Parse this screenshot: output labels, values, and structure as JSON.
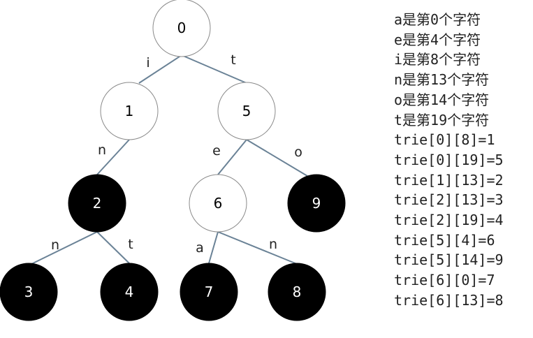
{
  "nodes": [
    {
      "id": "0",
      "label": "0",
      "filled": false
    },
    {
      "id": "1",
      "label": "1",
      "filled": false
    },
    {
      "id": "5",
      "label": "5",
      "filled": false
    },
    {
      "id": "2",
      "label": "2",
      "filled": true
    },
    {
      "id": "6",
      "label": "6",
      "filled": false
    },
    {
      "id": "9",
      "label": "9",
      "filled": true
    },
    {
      "id": "3",
      "label": "3",
      "filled": true
    },
    {
      "id": "4",
      "label": "4",
      "filled": true
    },
    {
      "id": "7",
      "label": "7",
      "filled": true
    },
    {
      "id": "8",
      "label": "8",
      "filled": true
    }
  ],
  "edges": [
    {
      "from": "0",
      "to": "1",
      "label": "i"
    },
    {
      "from": "0",
      "to": "5",
      "label": "t"
    },
    {
      "from": "1",
      "to": "2",
      "label": "n"
    },
    {
      "from": "5",
      "to": "6",
      "label": "e"
    },
    {
      "from": "5",
      "to": "9",
      "label": "o"
    },
    {
      "from": "2",
      "to": "3",
      "label": "n"
    },
    {
      "from": "2",
      "to": "4",
      "label": "t"
    },
    {
      "from": "6",
      "to": "7",
      "label": "a"
    },
    {
      "from": "6",
      "to": "8",
      "label": "n"
    }
  ],
  "notes": [
    "a是第0个字符",
    "e是第4个字符",
    "i是第8个字符",
    "n是第13个字符",
    "o是第14个字符",
    "t是第19个字符",
    "trie[0][8]=1",
    "trie[0][19]=5",
    "trie[1][13]=2",
    "trie[2][13]=3",
    "trie[2][19]=4",
    "trie[5][4]=6",
    "trie[5][14]=9",
    "trie[6][0]=7",
    "trie[6][13]=8"
  ],
  "colors": {
    "edge": "#6a8296",
    "filled_node": "#000000",
    "empty_node_border": "#8a8a8a"
  }
}
